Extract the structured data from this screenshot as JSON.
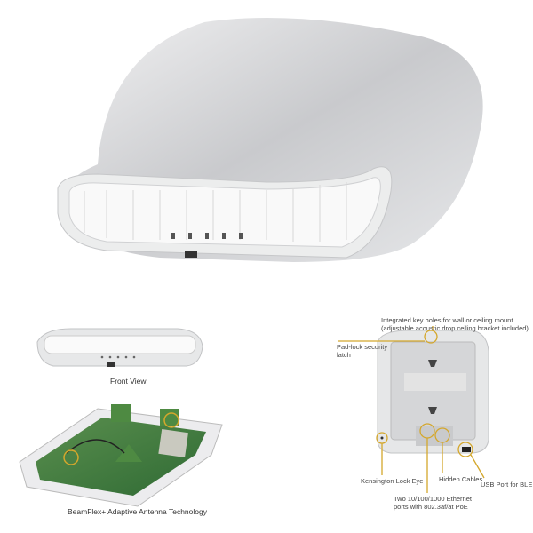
{
  "colors": {
    "callout": "#d4a72c",
    "device_body": "#e4e5e7",
    "pcb": "#3f7a3a"
  },
  "front_view": {
    "caption": "Front View"
  },
  "internals": {
    "caption": "BeamFlex+ Adaptive Antenna Technology"
  },
  "rear_view": {
    "callouts": {
      "key_holes": [
        "Integrated key holes for wall or ceiling mount",
        "(adjustable acoustic drop ceiling bracket included)"
      ],
      "padlock": [
        "Pad-lock security",
        "latch"
      ],
      "kensington": "Kensington Lock Eye",
      "ethernet": [
        "Two 10/100/1000 Ethernet",
        "ports with 802.3af/at PoE"
      ],
      "hidden_cables": "Hidden Cables",
      "usb": "USB Port for BLE"
    }
  }
}
